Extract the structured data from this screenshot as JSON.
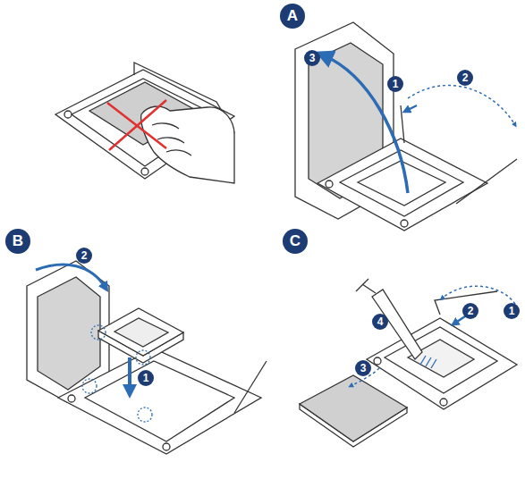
{
  "diagram": {
    "labels": [
      "A",
      "1",
      "2",
      "3",
      "B",
      "1",
      "2",
      "C",
      "1",
      "2",
      "3",
      "4"
    ]
  }
}
